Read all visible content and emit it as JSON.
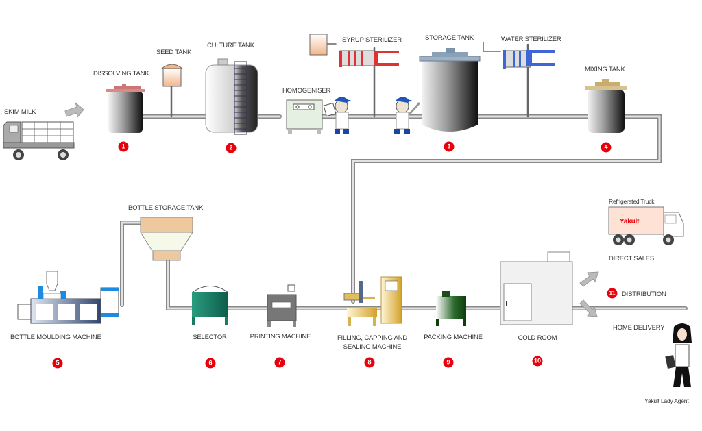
{
  "diagram": {
    "title": "Yakult production process",
    "accent_color": "#e8000b",
    "stages": [
      {
        "number": "1",
        "label": "DISSOLVING TANK"
      },
      {
        "number": "2",
        "label": "CULTURE TANK"
      },
      {
        "number": "3",
        "label": "STORAGE TANK"
      },
      {
        "number": "4",
        "label": "MIXING TANK"
      },
      {
        "number": "5",
        "label": "BOTTLE MOULDING MACHINE"
      },
      {
        "number": "6",
        "label": "SELECTOR"
      },
      {
        "number": "7",
        "label": "PRINTING MACHINE"
      },
      {
        "number": "8",
        "label_line1": "FILLING, CAPPING  AND",
        "label_line2": "SEALING MACHINE"
      },
      {
        "number": "9",
        "label": "PACKING MACHINE"
      },
      {
        "number": "10",
        "label": "COLD ROOM"
      },
      {
        "number": "11",
        "label": "DISTRIBUTION"
      }
    ],
    "other_labels": {
      "skim_milk": "SKIM MILK",
      "seed_tank": "SEED TANK",
      "homogeniser": "HOMOGENISER",
      "syrup_sterilizer": "SYRUP STERILIZER",
      "water_sterilizer": "WATER STERILIZER",
      "bottle_storage_tank": "BOTTLE STORAGE TANK",
      "refrigerated_truck": "Refrigerated Truck",
      "truck_brand": "Yakult",
      "direct_sales": "DIRECT SALES",
      "home_delivery": "HOME DELIVERY",
      "yakult_lady": "Yakult Lady Agent"
    }
  }
}
